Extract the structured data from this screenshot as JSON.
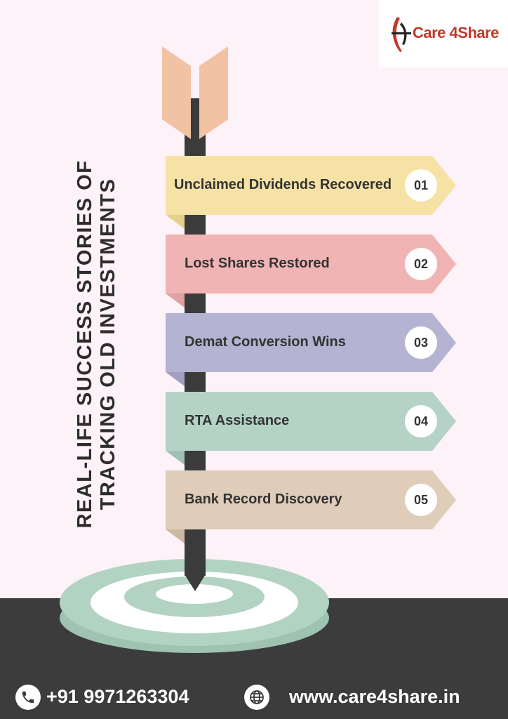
{
  "brand": {
    "name": "Care 4Share"
  },
  "title": {
    "line1": "REAL-LIFE SUCCESS STORIES OF",
    "line2": "TRACKING OLD INVESTMENTS"
  },
  "signs": [
    {
      "label": "Unclaimed Dividends Recovered",
      "num": "01",
      "color": "#f7e2a6",
      "fold": "#e6d08e"
    },
    {
      "label": "Lost Shares Restored",
      "num": "02",
      "color": "#f0b4b4",
      "fold": "#dea1a1"
    },
    {
      "label": "Demat Conversion Wins",
      "num": "03",
      "color": "#b4b3d2",
      "fold": "#a19fc0"
    },
    {
      "label": "RTA Assistance",
      "num": "04",
      "color": "#b4d3c6",
      "fold": "#9fc0b2"
    },
    {
      "label": "Bank Record Discovery",
      "num": "05",
      "color": "#dfcdb9",
      "fold": "#ccb9a4"
    }
  ],
  "contact": {
    "phone": "+91 9971263304",
    "website": "www.care4share.in"
  },
  "colors": {
    "background": "#fdf2f8",
    "band": "#3c3c3c",
    "pole": "#3b3b3b",
    "feather": "#f1c3a4",
    "target_green": "#b2d3c2"
  }
}
